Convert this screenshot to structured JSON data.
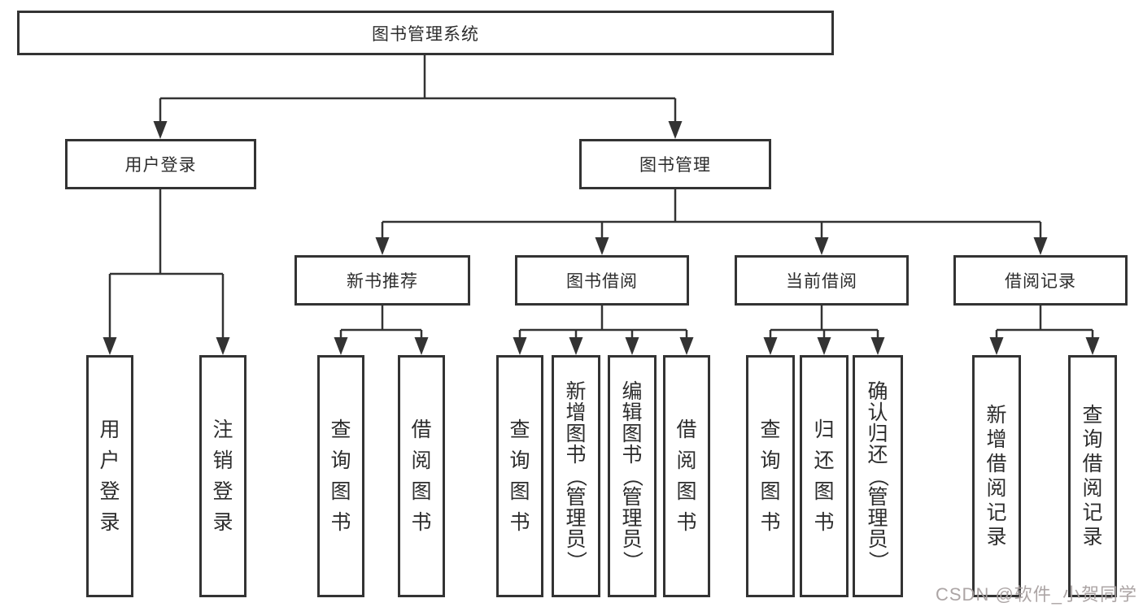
{
  "tree": {
    "label": "图书管理系统",
    "children": [
      {
        "label": "用户登录",
        "children": [
          {
            "label": "用户登录"
          },
          {
            "label": "注销登录"
          }
        ]
      },
      {
        "label": "图书管理",
        "children": [
          {
            "label": "新书推荐",
            "children": [
              {
                "label": "查询图书"
              },
              {
                "label": "借阅图书"
              }
            ]
          },
          {
            "label": "图书借阅",
            "children": [
              {
                "label": "查询图书"
              },
              {
                "label": "新增图书（管理员）"
              },
              {
                "label": "编辑图书（管理员）"
              },
              {
                "label": "借阅图书"
              }
            ]
          },
          {
            "label": "当前借阅",
            "children": [
              {
                "label": "查询图书"
              },
              {
                "label": "归还图书"
              },
              {
                "label": "确认归还（管理员）"
              }
            ]
          },
          {
            "label": "借阅记录",
            "children": [
              {
                "label": "新增借阅记录"
              },
              {
                "label": "查询借阅记录"
              }
            ]
          }
        ]
      }
    ]
  },
  "watermark": {
    "text": "CSDN @软件_小贺同学"
  },
  "colors": {
    "line": "#333333",
    "box_border": "#333333",
    "box_fill": "#ffffff",
    "text": "#2d2d2d",
    "watermark": "#a8a0a0",
    "background": "#ffffff"
  }
}
